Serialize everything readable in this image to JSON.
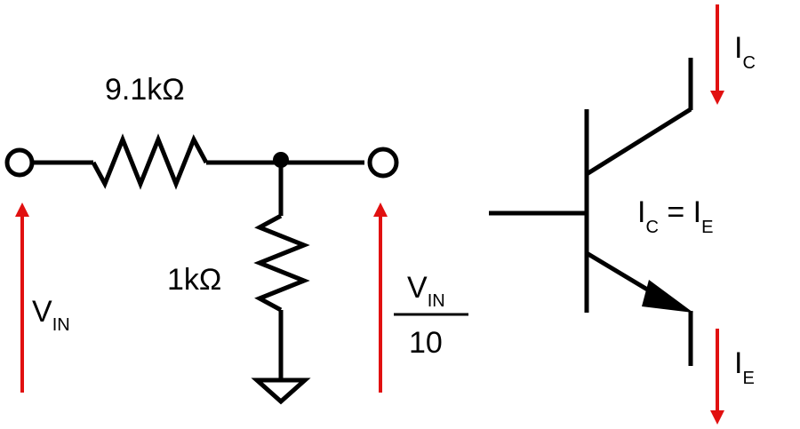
{
  "colors": {
    "wire": "#000000",
    "arrow": "#e11010",
    "background": "#ffffff"
  },
  "divider": {
    "r_top": {
      "value": "9.1kΩ"
    },
    "r_bottom": {
      "value": "1kΩ"
    },
    "vin": {
      "main": "V",
      "sub": "IN"
    },
    "vout": {
      "numerator": {
        "main": "V",
        "sub": "IN"
      },
      "denominator": "10"
    }
  },
  "transistor": {
    "ic": {
      "main": "I",
      "sub": "C"
    },
    "ie": {
      "main": "I",
      "sub": "E"
    },
    "equation": {
      "lhs_main": "I",
      "lhs_sub": "C",
      "eq": " = ",
      "rhs_main": "I",
      "rhs_sub": "E"
    }
  }
}
